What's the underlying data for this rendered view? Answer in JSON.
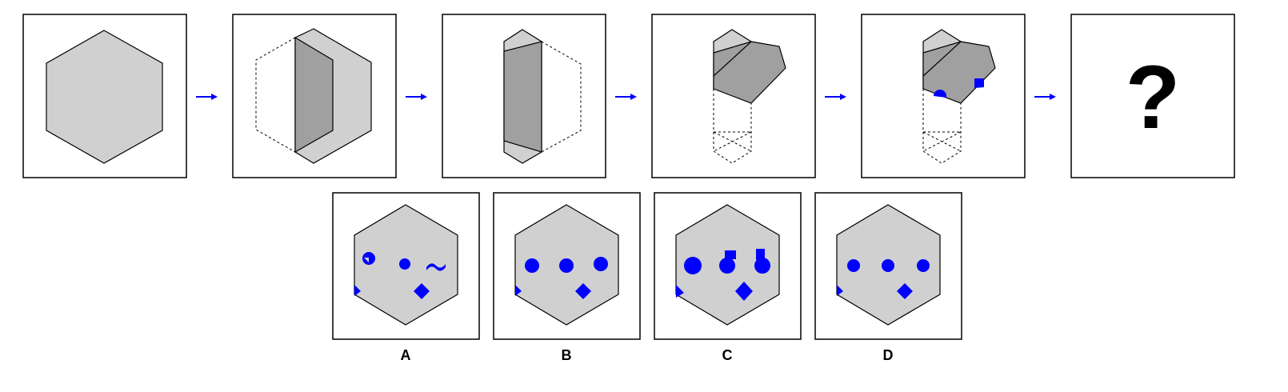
{
  "sequence": {
    "question_mark": "?"
  },
  "options": [
    {
      "label": "A"
    },
    {
      "label": "B"
    },
    {
      "label": "C"
    },
    {
      "label": "D"
    }
  ],
  "colors": {
    "paper": "#d0d0d0",
    "folded": "#a0a0a0",
    "hole": "#0000ff",
    "arrow": "#0000ff",
    "outline": "#000000",
    "frame_background": "#ffffff"
  }
}
